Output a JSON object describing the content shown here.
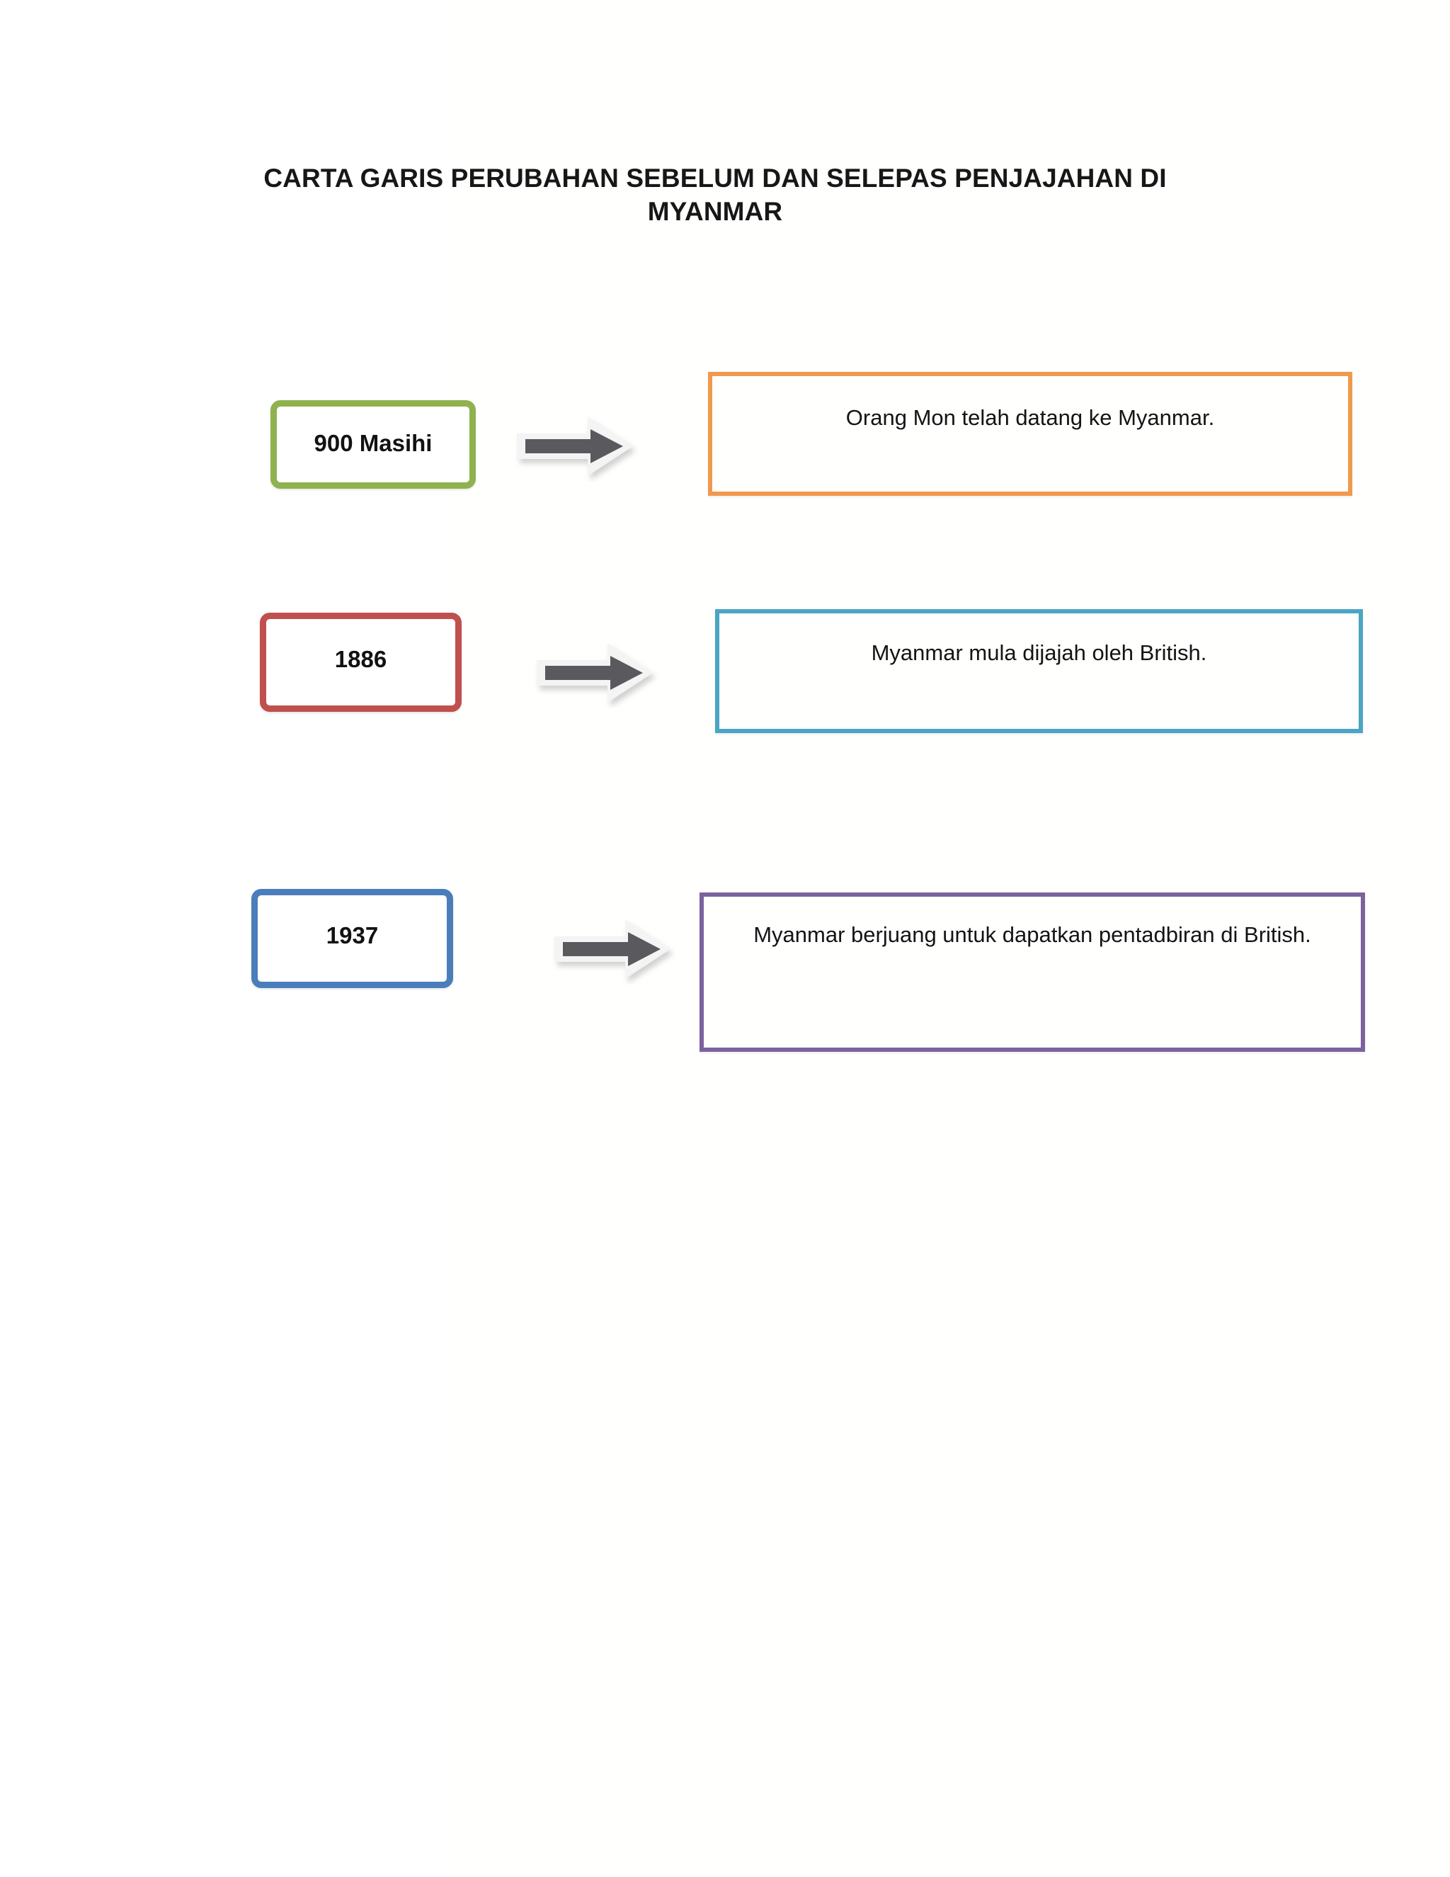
{
  "title": "CARTA GARIS PERUBAHAN SEBELUM DAN SELEPAS PENJAJAHAN DI MYANMAR",
  "colors": {
    "green": "#8FB24F",
    "orange": "#F0994D",
    "red": "#C0504D",
    "cyan": "#4BA5C4",
    "blue": "#4A7EBB",
    "purple": "#7C629E",
    "arrow_fill": "#5A5A5E",
    "arrow_outline": "#F2F2F2",
    "text": "#141414",
    "background": "#FFFFFF"
  },
  "timeline": {
    "rows": [
      {
        "date": "900 Masihi",
        "date_border_color": "#8FB24F",
        "arrow_icon": "right-arrow-icon",
        "description": "Orang Mon telah datang ke Myanmar.",
        "description_border_color": "#F0994D"
      },
      {
        "date": "1886",
        "date_border_color": "#C0504D",
        "arrow_icon": "right-arrow-icon",
        "description": "Myanmar mula dijajah oleh British.",
        "description_border_color": "#4BA5C4"
      },
      {
        "date": "1937",
        "date_border_color": "#4A7EBB",
        "arrow_icon": "right-arrow-icon",
        "description": "Myanmar berjuang untuk dapatkan pentadbiran di British.",
        "description_border_color": "#7C629E"
      }
    ]
  }
}
